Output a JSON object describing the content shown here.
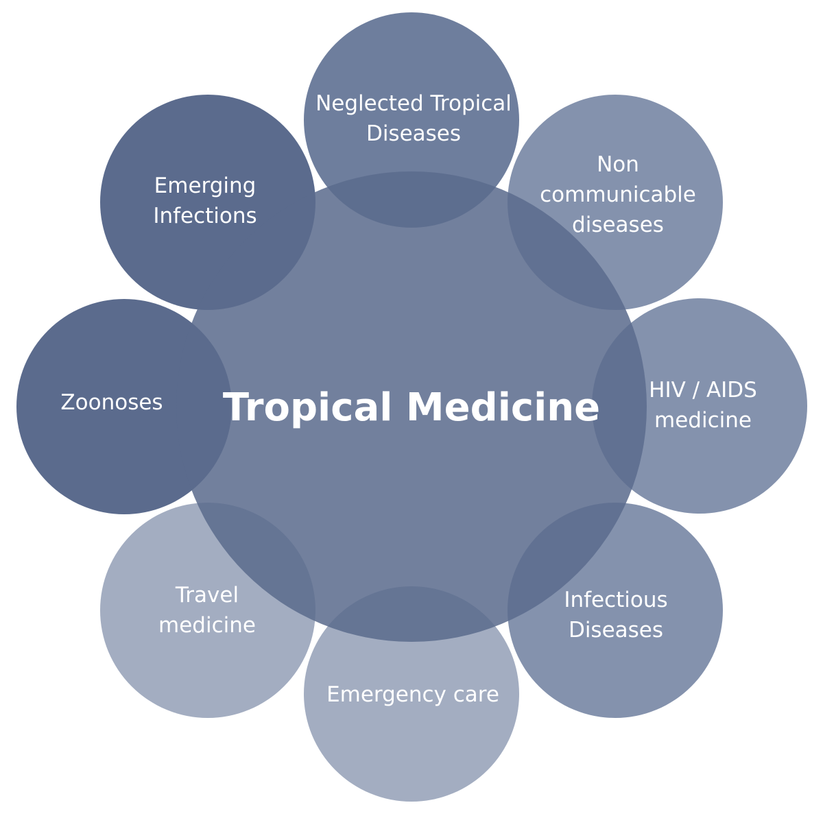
{
  "center": {
    "label": "Tropical Medicine",
    "color": "#5b6b8d"
  },
  "satellites": [
    {
      "id": "neglected-tropical-diseases",
      "lines": [
        "Neglected Tropical",
        "Diseases"
      ],
      "color": "#6e7e9d"
    },
    {
      "id": "non-communicable-diseases",
      "lines": [
        "Non",
        "communicable",
        "diseases"
      ],
      "color": "#8492ad"
    },
    {
      "id": "hiv-aids-medicine",
      "lines": [
        "HIV / AIDS",
        "medicine"
      ],
      "color": "#8492ad"
    },
    {
      "id": "infectious-diseases",
      "lines": [
        "Infectious",
        "Diseases"
      ],
      "color": "#8492ad"
    },
    {
      "id": "emergency-care",
      "lines": [
        "Emergency care"
      ],
      "color": "#a3adc1"
    },
    {
      "id": "travel-medicine",
      "lines": [
        "Travel",
        "medicine"
      ],
      "color": "#a3adc1"
    },
    {
      "id": "zoonoses",
      "lines": [
        "Zoonoses"
      ],
      "color": "#5b6b8d"
    },
    {
      "id": "emerging-infections",
      "lines": [
        "Emerging",
        "Infections"
      ],
      "color": "#5b6b8d"
    }
  ]
}
